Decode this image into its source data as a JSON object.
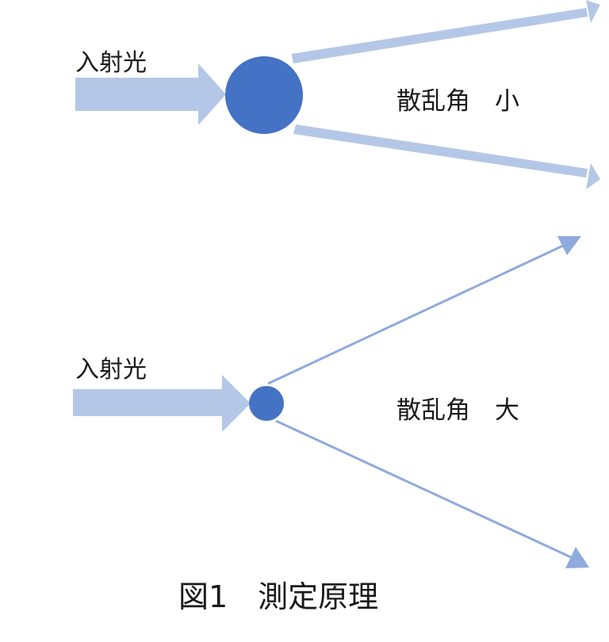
{
  "colors": {
    "incident_arrow": "#b4c7e7",
    "wide_scatter_arrow": "#b4c7e7",
    "thin_scatter_arrow": "#8faadc",
    "particle": "#4472c4",
    "text": "#1a1a1a"
  },
  "panels": {
    "large_particle": {
      "incident_label": "入射光",
      "scatter_label": "散乱角　小"
    },
    "small_particle": {
      "incident_label": "入射光",
      "scatter_label": "散乱角　大"
    }
  },
  "caption": "図1　測定原理"
}
